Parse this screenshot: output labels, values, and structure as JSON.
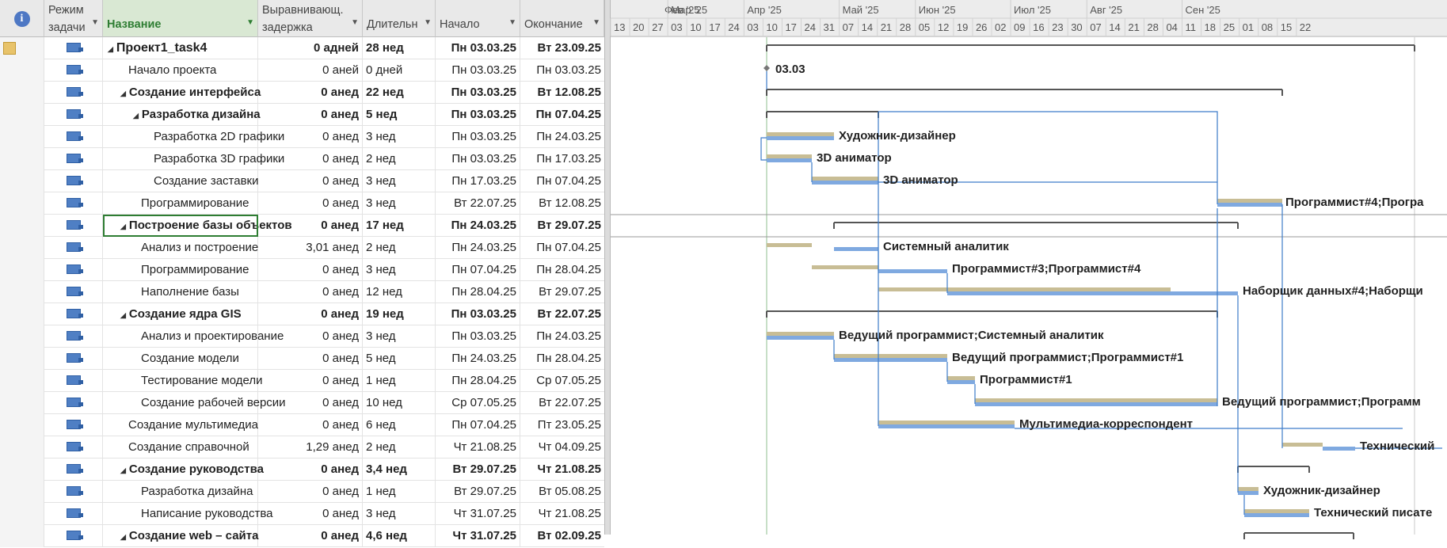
{
  "columns": {
    "mode": "Режим задачи",
    "name": "Название",
    "leveling_delay": "Выравнивающ. задержка",
    "duration": "Длительн",
    "start": "Начало",
    "finish": "Окончание"
  },
  "tasks": [
    {
      "level": 0,
      "summary": true,
      "name": "Проект1_task4",
      "delay": "0 адней",
      "duration": "28 нед",
      "start": "Пн 03.03.25",
      "finish": "Вт 23.09.25"
    },
    {
      "level": 1,
      "summary": false,
      "name": "Начало проекта",
      "delay": "0 аней",
      "duration": "0 дней",
      "start": "Пн 03.03.25",
      "finish": "Пн 03.03.25"
    },
    {
      "level": 1,
      "summary": true,
      "name": "Создание интерфейса",
      "delay": "0 анед",
      "duration": "22 нед",
      "start": "Пн 03.03.25",
      "finish": "Вт 12.08.25"
    },
    {
      "level": 2,
      "summary": true,
      "name": "Разработка дизайна",
      "delay": "0 анед",
      "duration": "5 нед",
      "start": "Пн 03.03.25",
      "finish": "Пн 07.04.25"
    },
    {
      "level": 3,
      "summary": false,
      "name": "Разработка 2D графики",
      "delay": "0 анед",
      "duration": "3 нед",
      "start": "Пн 03.03.25",
      "finish": "Пн 24.03.25"
    },
    {
      "level": 3,
      "summary": false,
      "name": "Разработка 3D графики",
      "delay": "0 анед",
      "duration": "2 нед",
      "start": "Пн 03.03.25",
      "finish": "Пн 17.03.25"
    },
    {
      "level": 3,
      "summary": false,
      "name": "Создание заставки",
      "delay": "0 анед",
      "duration": "3 нед",
      "start": "Пн 17.03.25",
      "finish": "Пн 07.04.25"
    },
    {
      "level": 2,
      "summary": false,
      "name": "Программирование",
      "delay": "0 анед",
      "duration": "3 нед",
      "start": "Вт 22.07.25",
      "finish": "Вт 12.08.25"
    },
    {
      "level": 1,
      "summary": true,
      "name": "Построение базы объектов",
      "delay": "0 анед",
      "duration": "17 нед",
      "start": "Пн 24.03.25",
      "finish": "Вт 29.07.25",
      "selected": true
    },
    {
      "level": 2,
      "summary": false,
      "name": "Анализ и построение",
      "delay": "3,01 анед",
      "duration": "2 нед",
      "start": "Пн 24.03.25",
      "finish": "Пн 07.04.25"
    },
    {
      "level": 2,
      "summary": false,
      "name": "Программирование",
      "delay": "0 анед",
      "duration": "3 нед",
      "start": "Пн 07.04.25",
      "finish": "Пн 28.04.25"
    },
    {
      "level": 2,
      "summary": false,
      "name": "Наполнение базы",
      "delay": "0 анед",
      "duration": "12 нед",
      "start": "Пн 28.04.25",
      "finish": "Вт 29.07.25"
    },
    {
      "level": 1,
      "summary": true,
      "name": "Создание ядра GIS",
      "delay": "0 анед",
      "duration": "19 нед",
      "start": "Пн 03.03.25",
      "finish": "Вт 22.07.25"
    },
    {
      "level": 2,
      "summary": false,
      "name": "Анализ и проектирование",
      "delay": "0 анед",
      "duration": "3 нед",
      "start": "Пн 03.03.25",
      "finish": "Пн 24.03.25"
    },
    {
      "level": 2,
      "summary": false,
      "name": "Создание модели",
      "delay": "0 анед",
      "duration": "5 нед",
      "start": "Пн 24.03.25",
      "finish": "Пн 28.04.25"
    },
    {
      "level": 2,
      "summary": false,
      "name": "Тестирование модели",
      "delay": "0 анед",
      "duration": "1 нед",
      "start": "Пн 28.04.25",
      "finish": "Ср 07.05.25"
    },
    {
      "level": 2,
      "summary": false,
      "name": "Создание рабочей версии",
      "delay": "0 анед",
      "duration": "10 нед",
      "start": "Ср 07.05.25",
      "finish": "Вт 22.07.25"
    },
    {
      "level": 1,
      "summary": false,
      "name": "Создание мультимедиа",
      "delay": "0 анед",
      "duration": "6 нед",
      "start": "Пн 07.04.25",
      "finish": "Пт 23.05.25"
    },
    {
      "level": 1,
      "summary": false,
      "name": "Создание справочной",
      "delay": "1,29 анед",
      "duration": "2 нед",
      "start": "Чт 21.08.25",
      "finish": "Чт 04.09.25"
    },
    {
      "level": 1,
      "summary": true,
      "name": "Создание руководства",
      "delay": "0 анед",
      "duration": "3,4 нед",
      "start": "Вт 29.07.25",
      "finish": "Чт 21.08.25"
    },
    {
      "level": 2,
      "summary": false,
      "name": "Разработка дизайна",
      "delay": "0 анед",
      "duration": "1 нед",
      "start": "Вт 29.07.25",
      "finish": "Вт 05.08.25"
    },
    {
      "level": 2,
      "summary": false,
      "name": "Написание руководства",
      "delay": "0 анед",
      "duration": "3 нед",
      "start": "Чт 31.07.25",
      "finish": "Чт 21.08.25"
    },
    {
      "level": 1,
      "summary": true,
      "name": "Создание web – сайта",
      "delay": "0 анед",
      "duration": "4,6 нед",
      "start": "Чт 31.07.25",
      "finish": "Вт 02.09.25"
    }
  ],
  "timescale": {
    "months": [
      "Фев '25",
      "Мар '25",
      "Апр '25",
      "Май '25",
      "Июн '25",
      "Июл '25",
      "Авг '25",
      "Сен '25"
    ],
    "days": [
      "13",
      "20",
      "27",
      "03",
      "10",
      "17",
      "24",
      "03",
      "10",
      "17",
      "24",
      "31",
      "07",
      "14",
      "21",
      "28",
      "05",
      "12",
      "19",
      "26",
      "02",
      "09",
      "16",
      "23",
      "30",
      "07",
      "14",
      "21",
      "28",
      "04",
      "11",
      "18",
      "25",
      "01",
      "08",
      "15",
      "22"
    ]
  },
  "milestone_label": "03.03",
  "resource_labels": [
    {
      "row": 4,
      "text": "Художник-дизайнер"
    },
    {
      "row": 5,
      "text": "3D аниматор"
    },
    {
      "row": 6,
      "text": "3D аниматор"
    },
    {
      "row": 7,
      "text": "Программист#4;Програ"
    },
    {
      "row": 9,
      "text": "Системный аналитик"
    },
    {
      "row": 10,
      "text": "Программист#3;Программист#4"
    },
    {
      "row": 11,
      "text": "Наборщик данных#4;Наборщи"
    },
    {
      "row": 13,
      "text": "Ведущий программист;Системный аналитик"
    },
    {
      "row": 14,
      "text": "Ведущий программист;Программист#1"
    },
    {
      "row": 15,
      "text": "Программист#1"
    },
    {
      "row": 16,
      "text": "Ведущий программист;Программ"
    },
    {
      "row": 17,
      "text": "Мультимедиа-корреспондент"
    },
    {
      "row": 18,
      "text": "Технический"
    },
    {
      "row": 20,
      "text": "Художник-дизайнер"
    },
    {
      "row": 21,
      "text": "Технический писате"
    }
  ],
  "colors": {
    "bar_blue": "#7fa9e0",
    "bar_baseline": "#c8bd95",
    "link": "#3d7cc9",
    "selected_outline": "#2e7d32"
  }
}
